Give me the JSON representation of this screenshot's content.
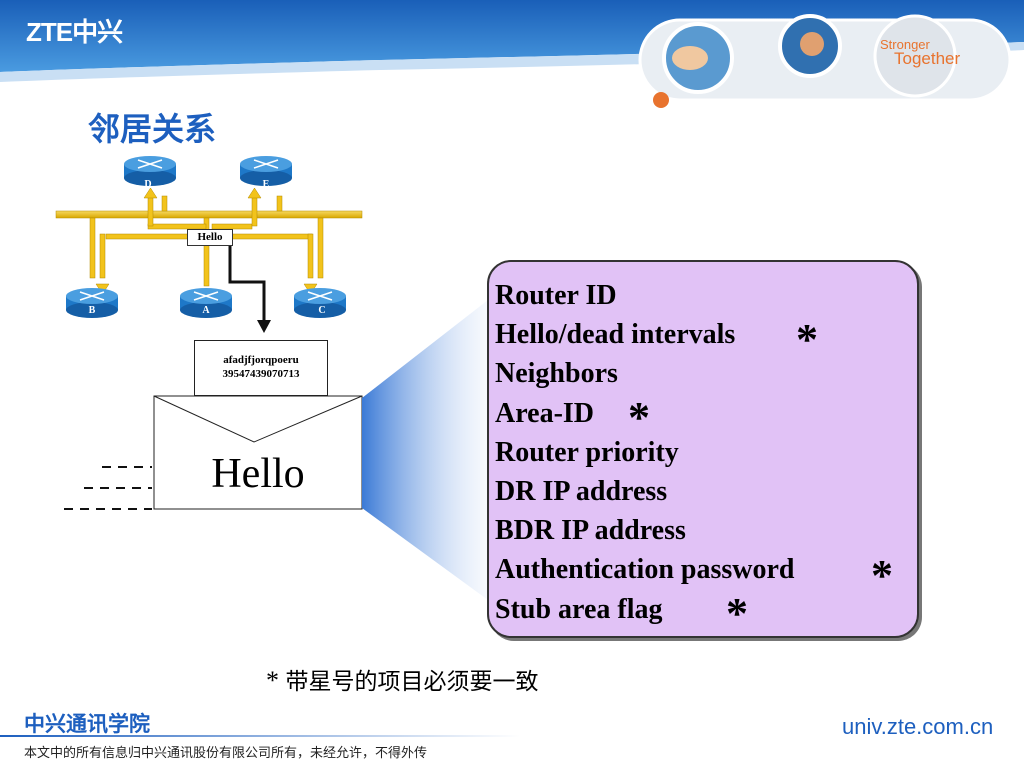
{
  "header": {
    "logo": "ZTE中兴",
    "slogan_line1": "Stronger",
    "slogan_line2": "Together"
  },
  "slide": {
    "title": "邻居关系"
  },
  "diagram": {
    "routers": [
      "D",
      "E",
      "B",
      "A",
      "C"
    ],
    "hello_label": "Hello",
    "packet_line1": "afadjfjorqpoeru",
    "packet_line2": "39547439070713",
    "envelope_label": "Hello"
  },
  "fields": [
    "Router ID",
    "Hello/dead intervals",
    "Neighbors",
    "Area-ID",
    "Router priority",
    "DR IP address",
    "BDR IP address",
    "Authentication password",
    "Stub area flag"
  ],
  "star_symbol": "*",
  "note": {
    "star": "*",
    "text": "带星号的项目必须要一致"
  },
  "footer": {
    "school": "中兴通讯学院",
    "copyright": "本文中的所有信息归中兴通讯股份有限公司所有，未经允许，不得外传",
    "url": "univ.zte.com.cn"
  },
  "colors": {
    "header_blue": "#1f6fc5",
    "title_blue": "#1d5fbf",
    "box_fill": "#e1c2f6",
    "ethernet_yellow": "#f2c31b",
    "router_blue": "#1e78c8",
    "accent_orange": "#e8732e"
  }
}
